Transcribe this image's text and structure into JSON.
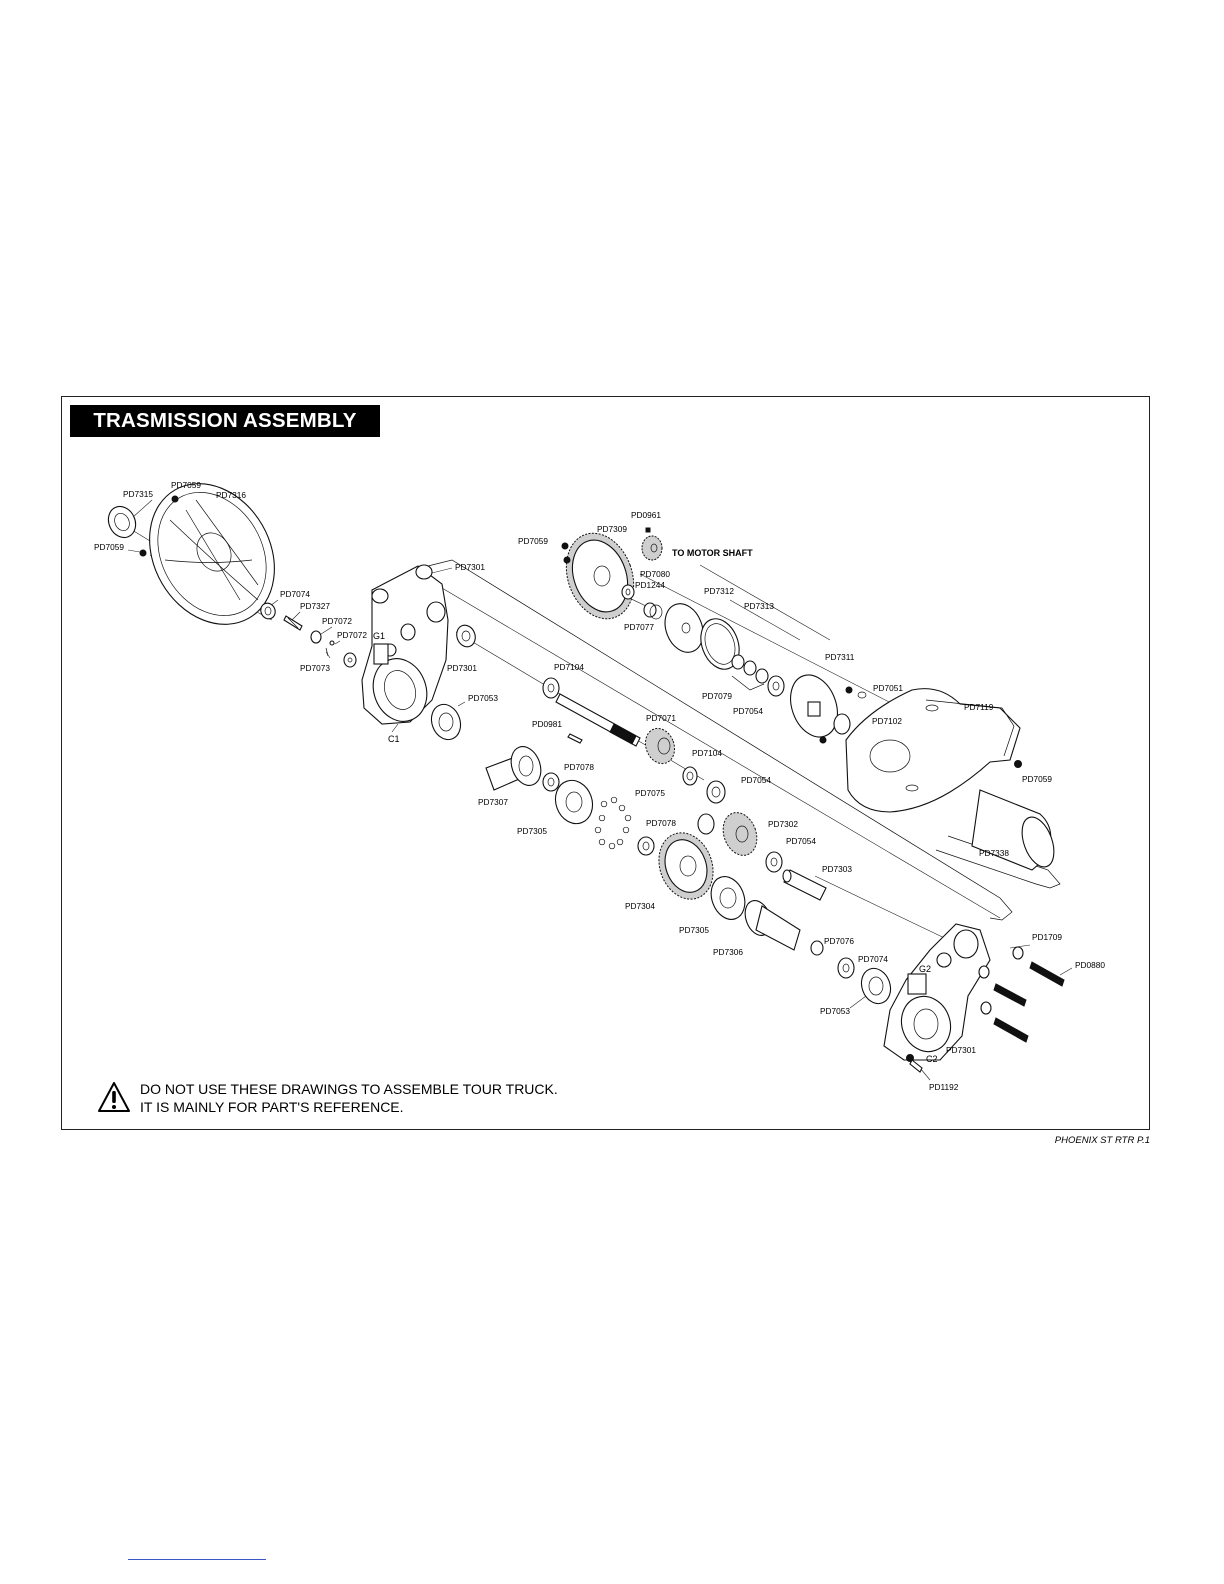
{
  "title": "TRASMISSION ASSEMBLY",
  "warning": {
    "icon": "warning-triangle-icon",
    "line1": "DO NOT USE THESE DRAWINGS TO ASSEMBLE TOUR TRUCK.",
    "line2": "IT IS MAINLY FOR PART'S REFERENCE."
  },
  "footer": "PHOENIX ST RTR P.1",
  "note_motor": "TO MOTOR SHAFT",
  "labels": [
    {
      "id": "l1",
      "text": "PD7315"
    },
    {
      "id": "l2",
      "text": "PD7059"
    },
    {
      "id": "l3",
      "text": "PD7316"
    },
    {
      "id": "l4",
      "text": "PD7059"
    },
    {
      "id": "l5",
      "text": "PD7301"
    },
    {
      "id": "l6",
      "text": "PD7074"
    },
    {
      "id": "l7",
      "text": "PD7327"
    },
    {
      "id": "l8",
      "text": "PD7072"
    },
    {
      "id": "l9",
      "text": "PD7072"
    },
    {
      "id": "l10",
      "text": "G1"
    },
    {
      "id": "l11",
      "text": "PD7073"
    },
    {
      "id": "l12",
      "text": "PD7301"
    },
    {
      "id": "l13",
      "text": "PD7053"
    },
    {
      "id": "l14",
      "text": "C1"
    },
    {
      "id": "l15",
      "text": "PD0961"
    },
    {
      "id": "l16",
      "text": "PD7309"
    },
    {
      "id": "l17",
      "text": "PD7059"
    },
    {
      "id": "l18",
      "text": "PD7080"
    },
    {
      "id": "l19",
      "text": "PD1244"
    },
    {
      "id": "l20",
      "text": "PD7312"
    },
    {
      "id": "l21",
      "text": "PD7313"
    },
    {
      "id": "l22",
      "text": "PD7077"
    },
    {
      "id": "l23",
      "text": "PD7311"
    },
    {
      "id": "l24",
      "text": "PD7104"
    },
    {
      "id": "l25",
      "text": "PD7079"
    },
    {
      "id": "l26",
      "text": "PD7054"
    },
    {
      "id": "l27",
      "text": "PD7051"
    },
    {
      "id": "l28",
      "text": "PD7102"
    },
    {
      "id": "l29",
      "text": "PD7119"
    },
    {
      "id": "l30",
      "text": "PD0981"
    },
    {
      "id": "l31",
      "text": "PD7071"
    },
    {
      "id": "l32",
      "text": "PD7104"
    },
    {
      "id": "l33",
      "text": "PD7078"
    },
    {
      "id": "l34",
      "text": "PD7054"
    },
    {
      "id": "l35",
      "text": "PD7059"
    },
    {
      "id": "l36",
      "text": "PD7307"
    },
    {
      "id": "l37",
      "text": "PD7075"
    },
    {
      "id": "l38",
      "text": "PD7305"
    },
    {
      "id": "l39",
      "text": "PD7078"
    },
    {
      "id": "l40",
      "text": "PD7302"
    },
    {
      "id": "l41",
      "text": "PD7054"
    },
    {
      "id": "l42",
      "text": "PD7338"
    },
    {
      "id": "l43",
      "text": "PD7303"
    },
    {
      "id": "l44",
      "text": "PD7304"
    },
    {
      "id": "l45",
      "text": "PD7305"
    },
    {
      "id": "l46",
      "text": "PD7306"
    },
    {
      "id": "l47",
      "text": "PD7076"
    },
    {
      "id": "l48",
      "text": "PD7074"
    },
    {
      "id": "l49",
      "text": "PD1709"
    },
    {
      "id": "l50",
      "text": "PD0880"
    },
    {
      "id": "l51",
      "text": "G2"
    },
    {
      "id": "l52",
      "text": "PD7053"
    },
    {
      "id": "l53",
      "text": "PD7301"
    },
    {
      "id": "l54",
      "text": "C2"
    },
    {
      "id": "l55",
      "text": "PD1192"
    }
  ]
}
